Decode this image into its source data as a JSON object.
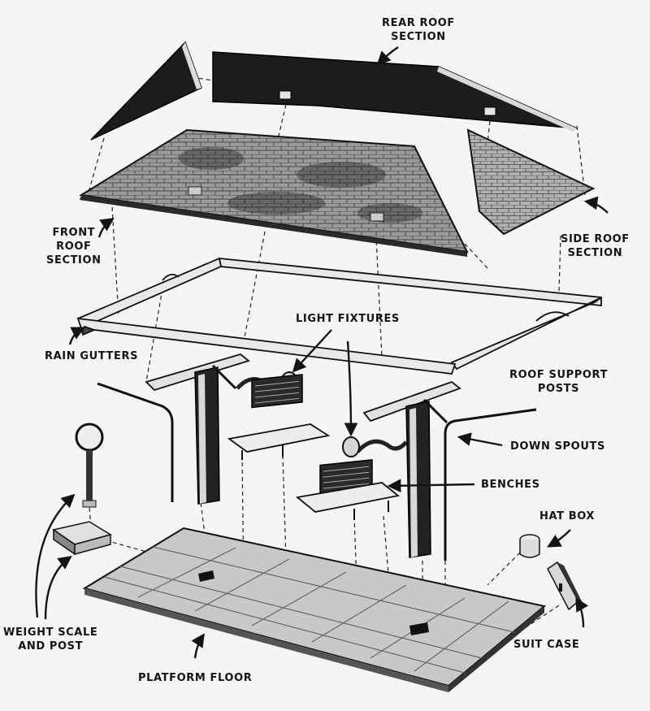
{
  "labels": {
    "rear_roof": [
      "REAR ROOF",
      "SECTION"
    ],
    "front_roof": [
      "FRONT",
      "ROOF",
      "SECTION"
    ],
    "side_roof": [
      "SIDE ROOF",
      "SECTION"
    ],
    "light_fixtures": "LIGHT FIXTURES",
    "rain_gutters": "RAIN GUTTERS",
    "roof_support_posts": [
      "ROOF SUPPORT",
      "POSTS"
    ],
    "down_spouts": "DOWN SPOUTS",
    "benches": "BENCHES",
    "hat_box": "HAT BOX",
    "weight_scale": [
      "WEIGHT SCALE",
      "AND POST"
    ],
    "suit_case": "SUIT CASE",
    "platform_floor": "PLATFORM FLOOR"
  },
  "colors": {
    "ink": "#141414",
    "roof_dark": "#1c1c1c",
    "shingle": "#8d8d8d",
    "paper": "#f5f5f3"
  }
}
